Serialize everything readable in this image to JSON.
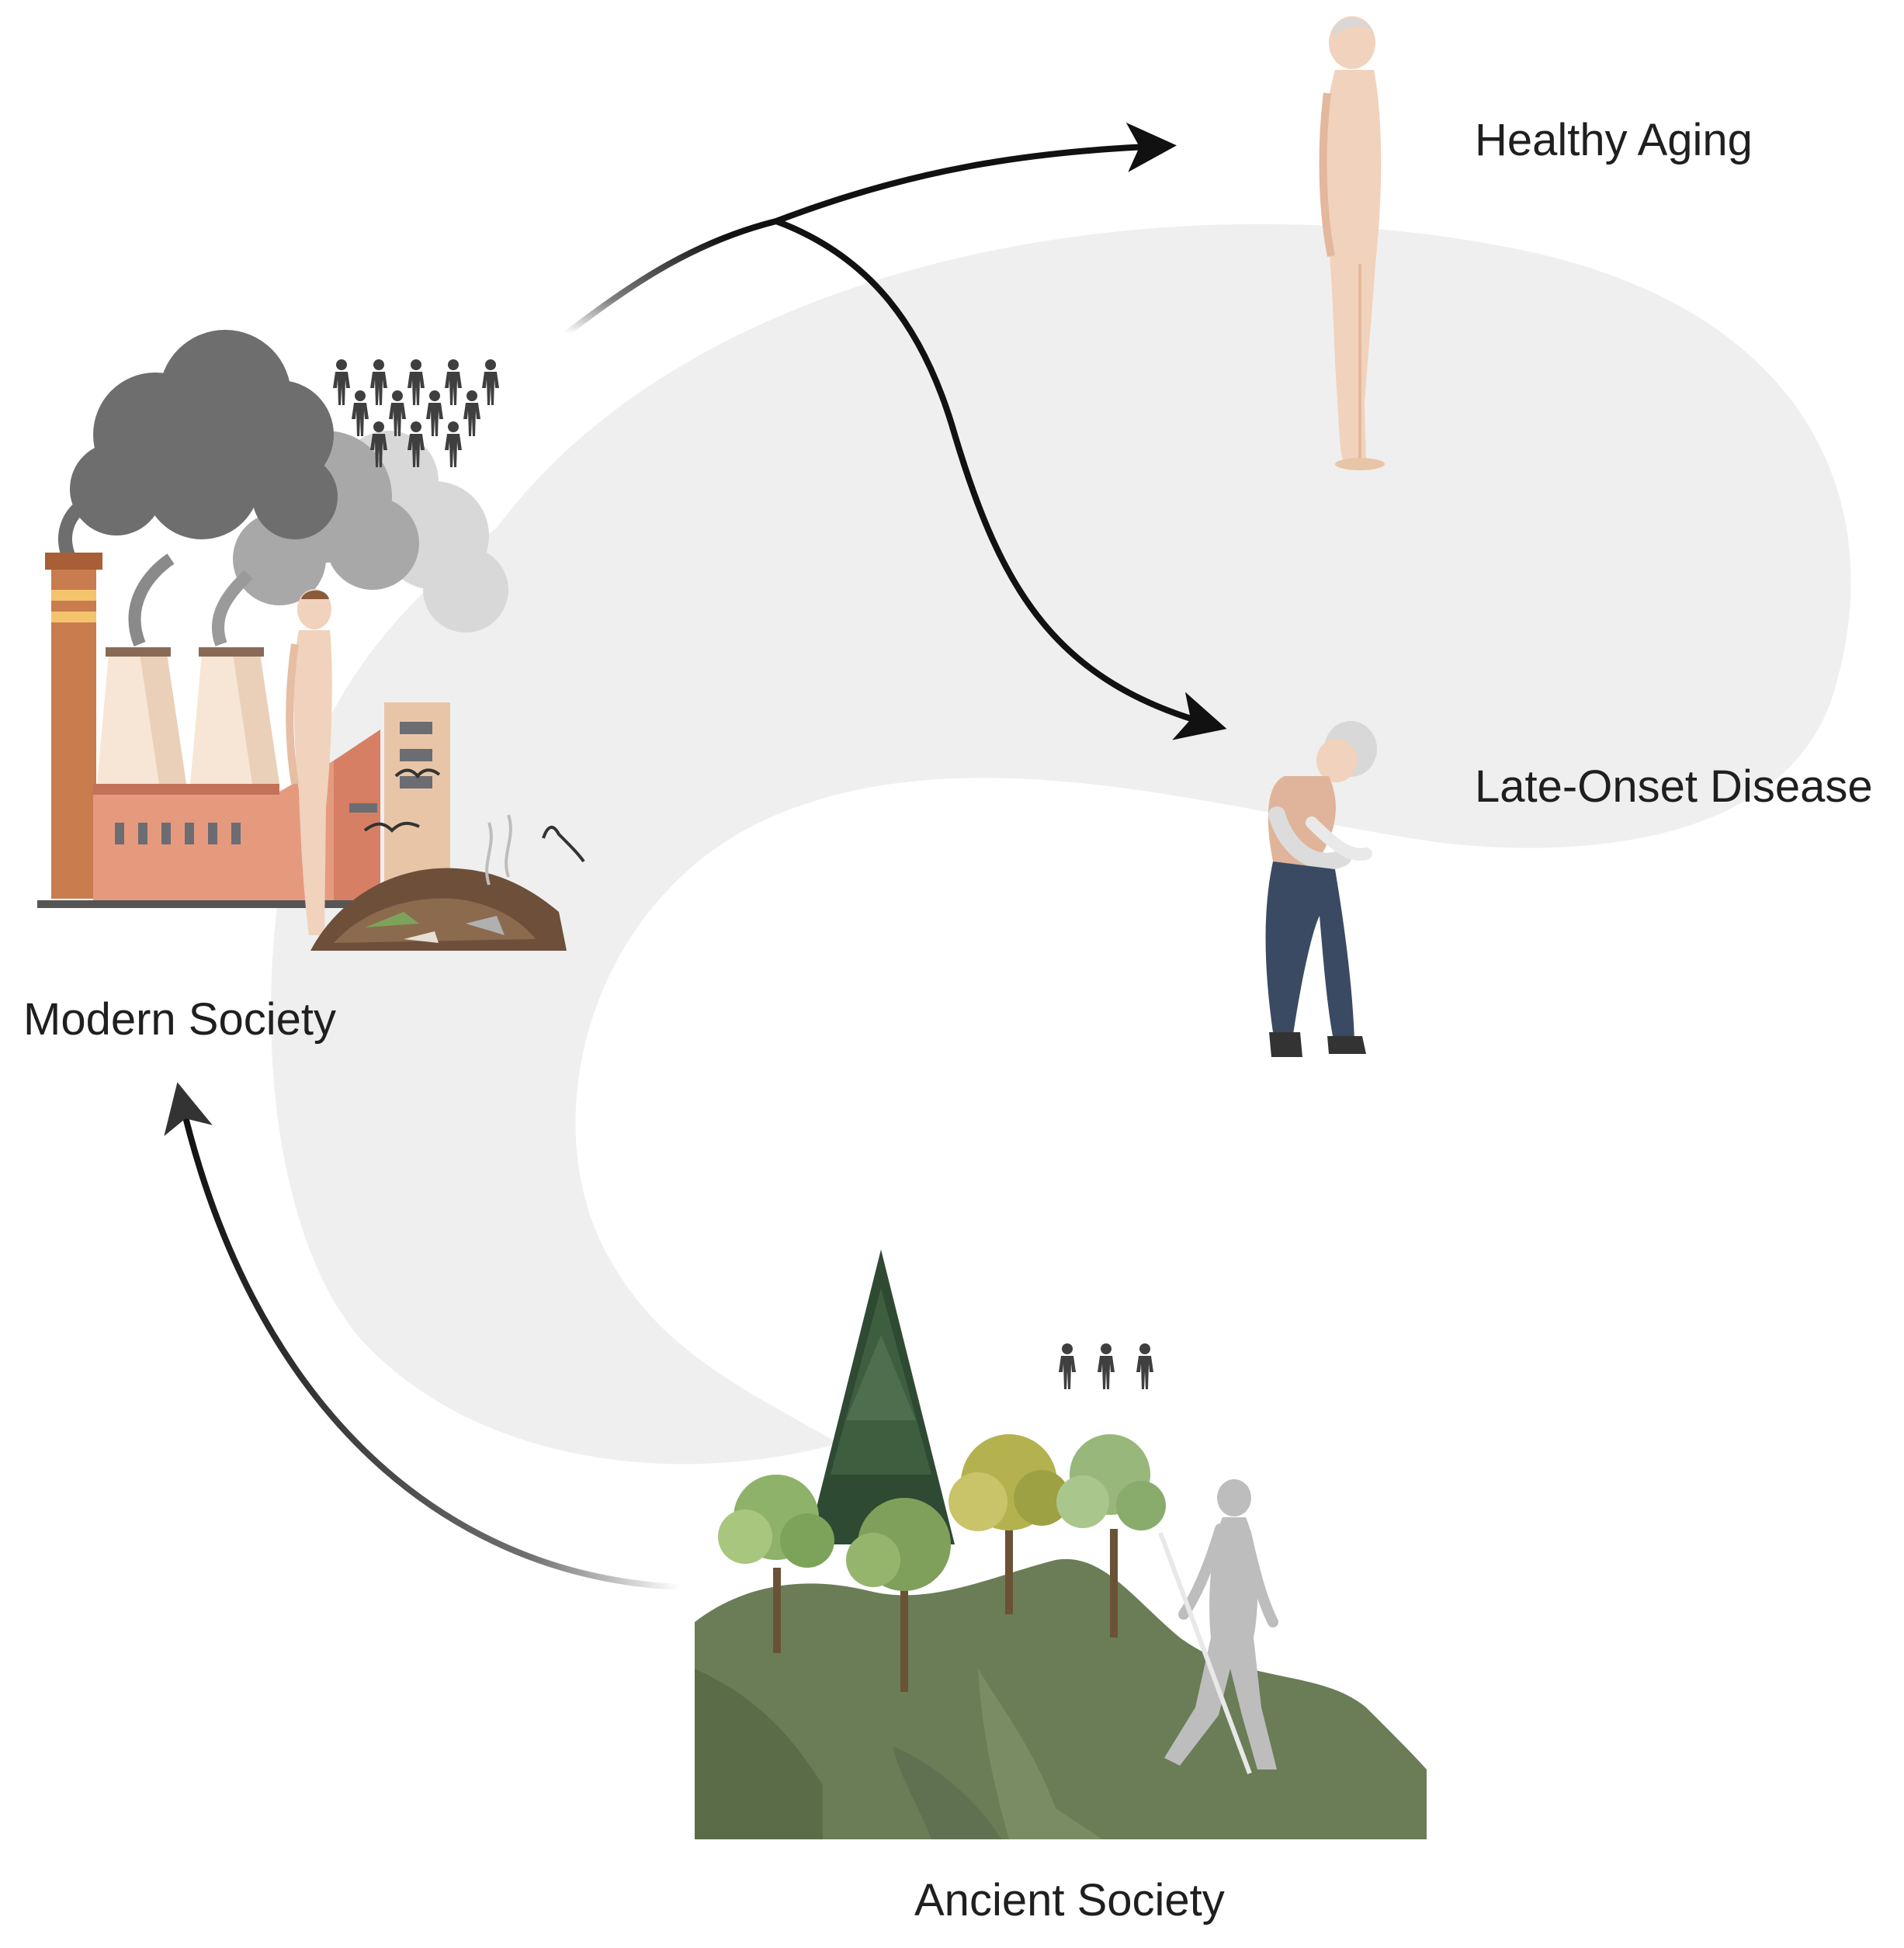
{
  "labels": {
    "healthy_aging": "Healthy Aging",
    "late_onset_disease": "Late-Onset Disease",
    "modern_society": "Modern Society",
    "ancient_society": "Ancient Society"
  },
  "icons": {
    "factory": "factory-icon",
    "smoke": "smoke-cloud-icon",
    "crowd": "crowd-icon",
    "small_group": "small-group-icon",
    "forest": "forest-hill-icon",
    "hiker": "hiker-icon",
    "healthy_elder": "standing-elder-icon",
    "sick_elder": "stooped-elder-icon"
  },
  "colors": {
    "background_band": "#efefef",
    "arrow": "#111111",
    "text": "#1f1f1f",
    "hill": "#6b7d56",
    "factory_brick": "#e59a7e",
    "smoke": "#6e6e6e",
    "skin": "#f1d2bc",
    "jeans": "#3b4a63"
  }
}
